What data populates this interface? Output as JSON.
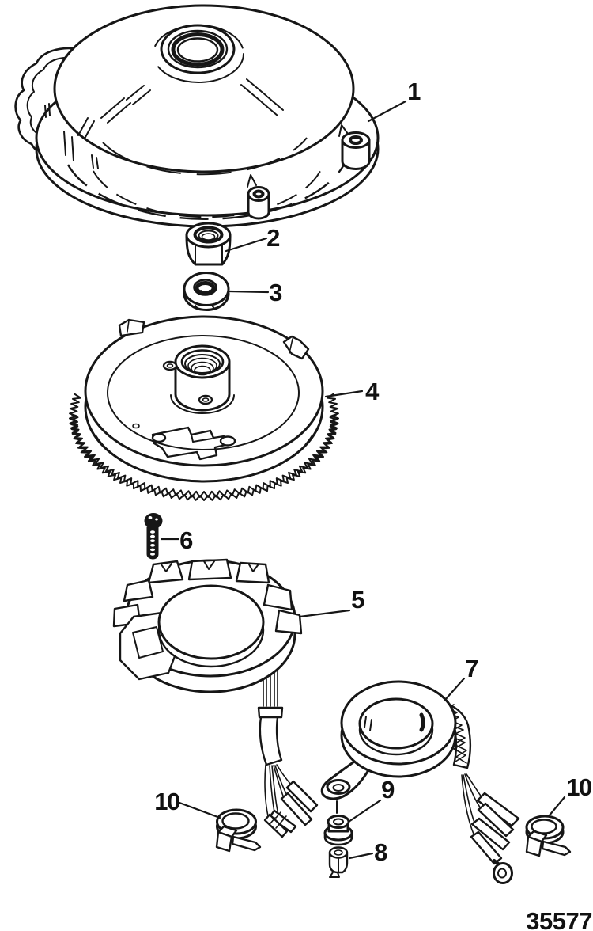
{
  "figure": {
    "part_number": "35577",
    "callouts": [
      {
        "part": "flywheel-cover",
        "label": "1"
      },
      {
        "part": "hex-nut",
        "label": "2"
      },
      {
        "part": "washer",
        "label": "3"
      },
      {
        "part": "flywheel",
        "label": "4"
      },
      {
        "part": "stator",
        "label": "5"
      },
      {
        "part": "mounting-screw",
        "label": "6"
      },
      {
        "part": "trigger-coil",
        "label": "7"
      },
      {
        "part": "clamp-small",
        "label": "8"
      },
      {
        "part": "grommet",
        "label": "9"
      },
      {
        "part": "hose-clamp-left",
        "label": "10"
      },
      {
        "part": "hose-clamp-right",
        "label": "10"
      }
    ],
    "colors": {
      "line": "#161616",
      "background": "#ffffff"
    }
  }
}
